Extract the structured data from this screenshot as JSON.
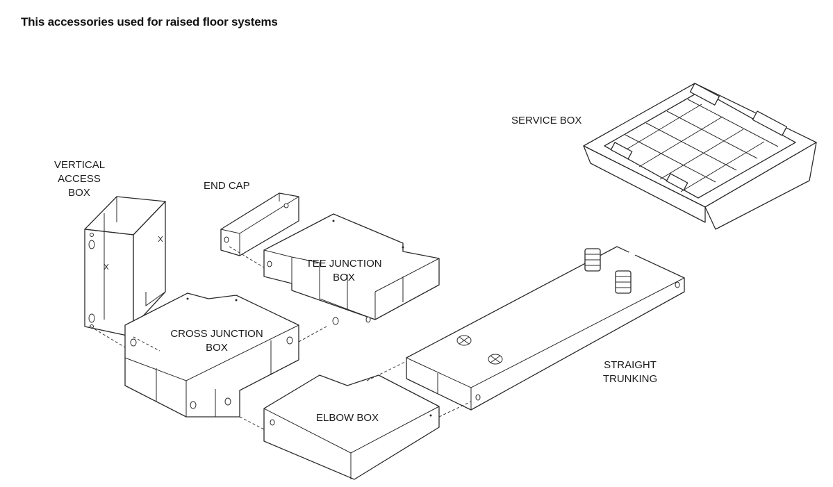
{
  "title": "This accessories used for raised floor systems",
  "labels": {
    "vertical_access_box": [
      "VERTICAL",
      "ACCESS",
      "BOX"
    ],
    "end_cap": "END CAP",
    "tee_junction_box": [
      "TEE JUNCTION",
      "BOX"
    ],
    "cross_junction_box": [
      "CROSS JUNCTION",
      "BOX"
    ],
    "elbow_box": "ELBOW BOX",
    "service_box": "SERVICE BOX",
    "straight_trunking": [
      "STRAIGHT",
      "TRUNKING"
    ]
  }
}
